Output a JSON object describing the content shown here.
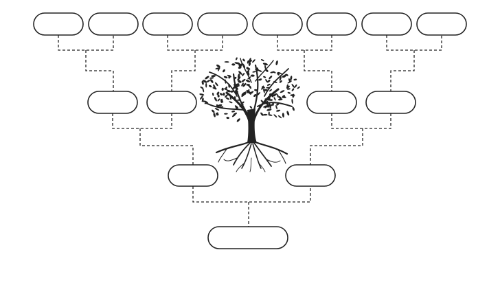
{
  "family_tree": {
    "generations": [
      {
        "generation": 1,
        "box_count": 1,
        "labels": [
          ""
        ]
      },
      {
        "generation": 2,
        "box_count": 2,
        "labels": [
          "",
          ""
        ]
      },
      {
        "generation": 3,
        "box_count": 4,
        "labels": [
          "",
          "",
          "",
          ""
        ]
      },
      {
        "generation": 4,
        "box_count": 8,
        "labels": [
          "",
          "",
          "",
          "",
          "",
          "",
          "",
          ""
        ]
      }
    ],
    "connector_style": "dashed",
    "center_illustration": "tree-with-roots-icon",
    "colors": {
      "line": "#222222",
      "box_fill": "#ffffff",
      "background": "#ffffff"
    }
  }
}
